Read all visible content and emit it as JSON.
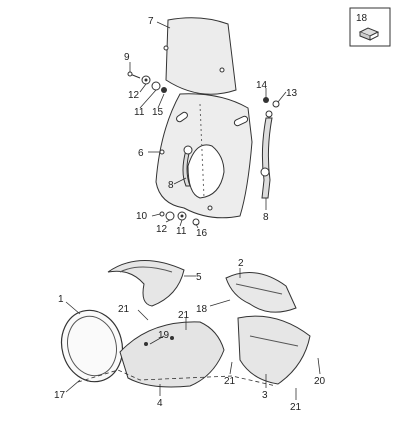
{
  "diagram": {
    "inset_label": "18",
    "callouts": [
      {
        "id": "c7",
        "text": "7"
      },
      {
        "id": "c9",
        "text": "9"
      },
      {
        "id": "c12a",
        "text": "12"
      },
      {
        "id": "c11a",
        "text": "11"
      },
      {
        "id": "c15",
        "text": "15"
      },
      {
        "id": "c14",
        "text": "14"
      },
      {
        "id": "c13",
        "text": "13"
      },
      {
        "id": "c6",
        "text": "6"
      },
      {
        "id": "c8a",
        "text": "8"
      },
      {
        "id": "c8b",
        "text": "8"
      },
      {
        "id": "c10",
        "text": "10"
      },
      {
        "id": "c12b",
        "text": "12"
      },
      {
        "id": "c11b",
        "text": "11"
      },
      {
        "id": "c16",
        "text": "16"
      },
      {
        "id": "c2",
        "text": "2"
      },
      {
        "id": "c5",
        "text": "5"
      },
      {
        "id": "c1",
        "text": "1"
      },
      {
        "id": "c21a",
        "text": "21"
      },
      {
        "id": "c18b",
        "text": "18"
      },
      {
        "id": "c21b",
        "text": "21"
      },
      {
        "id": "c19",
        "text": "19"
      },
      {
        "id": "c3",
        "text": "3"
      },
      {
        "id": "c20",
        "text": "20"
      },
      {
        "id": "c17",
        "text": "17"
      },
      {
        "id": "c4",
        "text": "4"
      },
      {
        "id": "c21c",
        "text": "21"
      },
      {
        "id": "c21d",
        "text": "21"
      }
    ]
  },
  "colors": {
    "part_fill": "#e8e8e8",
    "part_stroke": "#333333",
    "background": "#ffffff"
  }
}
